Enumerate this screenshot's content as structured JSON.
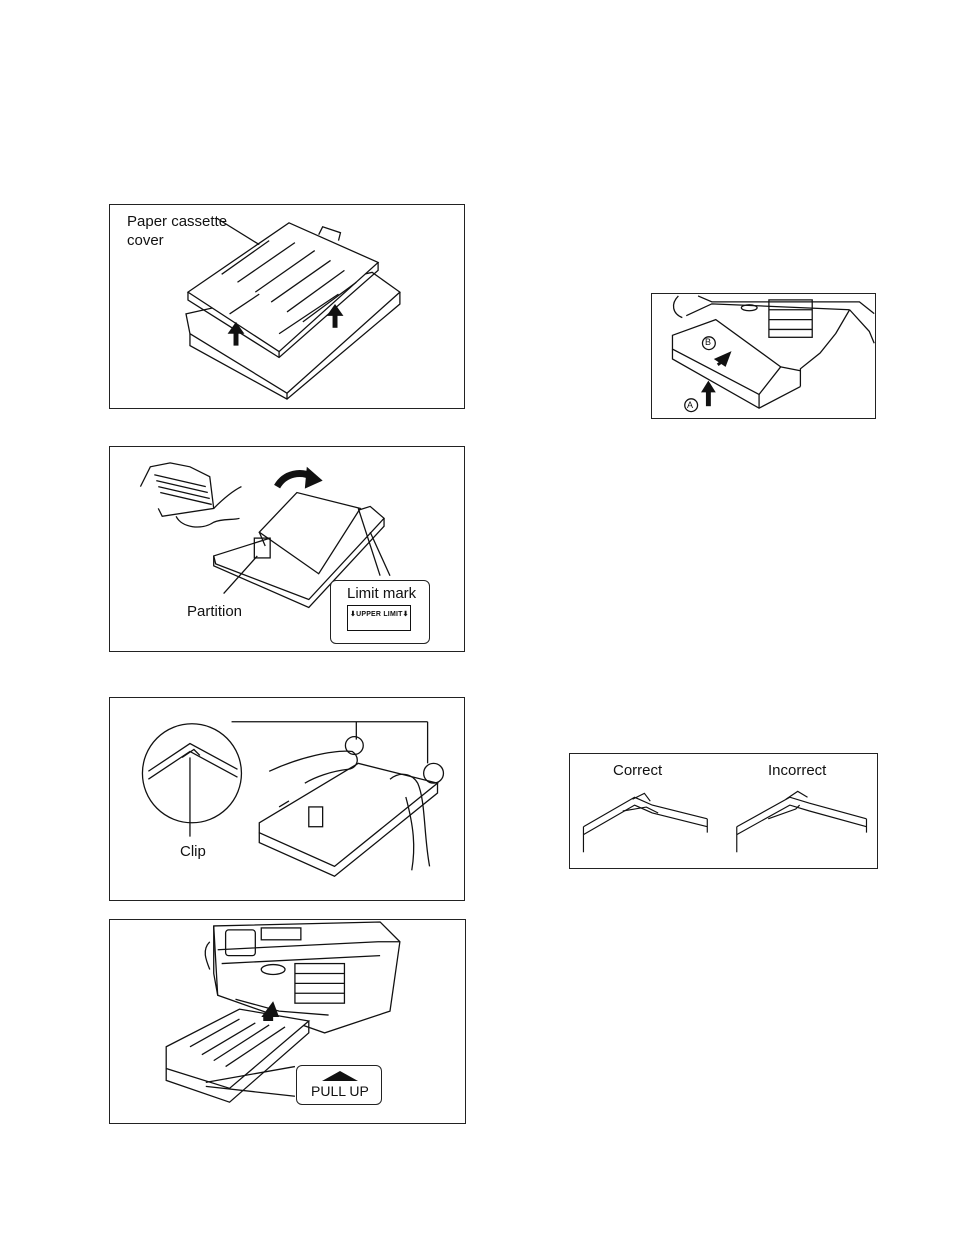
{
  "fig1": {
    "label_line1": "Paper cassette",
    "label_line2": "cover"
  },
  "fig2": {
    "partition": "Partition",
    "limit_mark": "Limit mark",
    "upper_limit": "⬇UPPER LIMIT⬇"
  },
  "fig3": {
    "clip": "Clip"
  },
  "fig4": {
    "pull_up": "PULL UP"
  },
  "fig5": {
    "marker_a": "A",
    "marker_b": "B"
  },
  "fig6": {
    "correct": "Correct",
    "incorrect": "Incorrect"
  }
}
